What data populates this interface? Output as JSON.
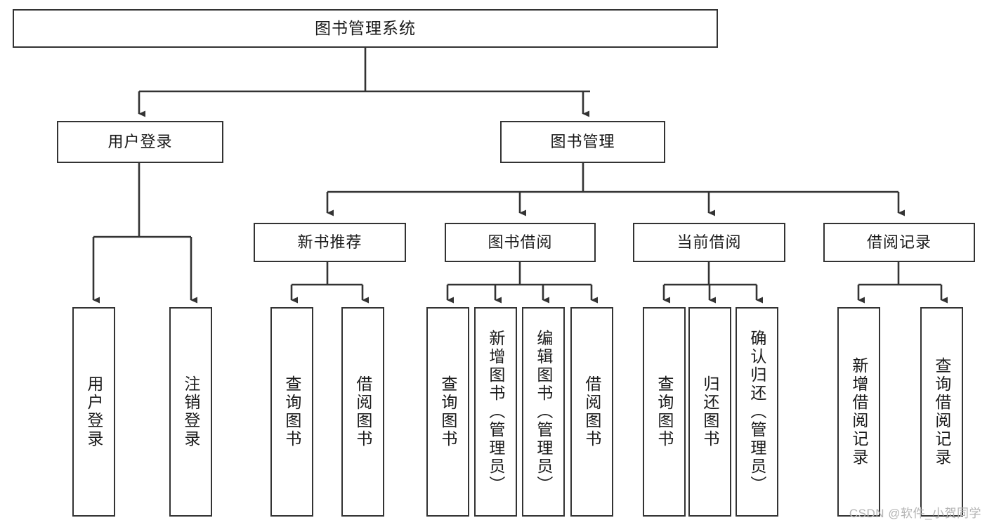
{
  "diagram": {
    "title": "图书管理系统",
    "type": "tree-hierarchy",
    "root": {
      "id": "root",
      "label": "图书管理系统"
    },
    "level2": [
      {
        "id": "user-login",
        "label": "用户登录"
      },
      {
        "id": "book-manage",
        "label": "图书管理"
      }
    ],
    "level3": [
      {
        "id": "new-book-rec",
        "label": "新书推荐",
        "parent": "book-manage"
      },
      {
        "id": "book-borrow",
        "label": "图书借阅",
        "parent": "book-manage"
      },
      {
        "id": "current-borrow",
        "label": "当前借阅",
        "parent": "book-manage"
      },
      {
        "id": "borrow-record",
        "label": "借阅记录",
        "parent": "book-manage"
      }
    ],
    "leaves": {
      "user-login": [
        {
          "id": "leaf-user-login",
          "label": "用户登录"
        },
        {
          "id": "leaf-logout",
          "label": "注销登录"
        }
      ],
      "new-book-rec": [
        {
          "id": "leaf-query-book-1",
          "label": "查询图书"
        },
        {
          "id": "leaf-borrow-book-1",
          "label": "借阅图书"
        }
      ],
      "book-borrow": [
        {
          "id": "leaf-query-book-2",
          "label": "查询图书"
        },
        {
          "id": "leaf-add-book",
          "label": "新增图书（管理员）"
        },
        {
          "id": "leaf-edit-book",
          "label": "编辑图书（管理员）"
        },
        {
          "id": "leaf-borrow-book-2",
          "label": "借阅图书"
        }
      ],
      "current-borrow": [
        {
          "id": "leaf-query-book-3",
          "label": "查询图书"
        },
        {
          "id": "leaf-return-book",
          "label": "归还图书"
        },
        {
          "id": "leaf-confirm-return",
          "label": "确认归还（管理员）"
        }
      ],
      "borrow-record": [
        {
          "id": "leaf-add-record",
          "label": "新增借阅记录"
        },
        {
          "id": "leaf-query-record",
          "label": "查询借阅记录"
        }
      ]
    }
  },
  "watermark": {
    "text": "CSDN @软件_小贺同学"
  },
  "colors": {
    "stroke": "#333333",
    "box_fill": "#ffffff",
    "text": "#1a1a1a",
    "watermark": "#b4b4b4",
    "background": "#ffffff"
  }
}
